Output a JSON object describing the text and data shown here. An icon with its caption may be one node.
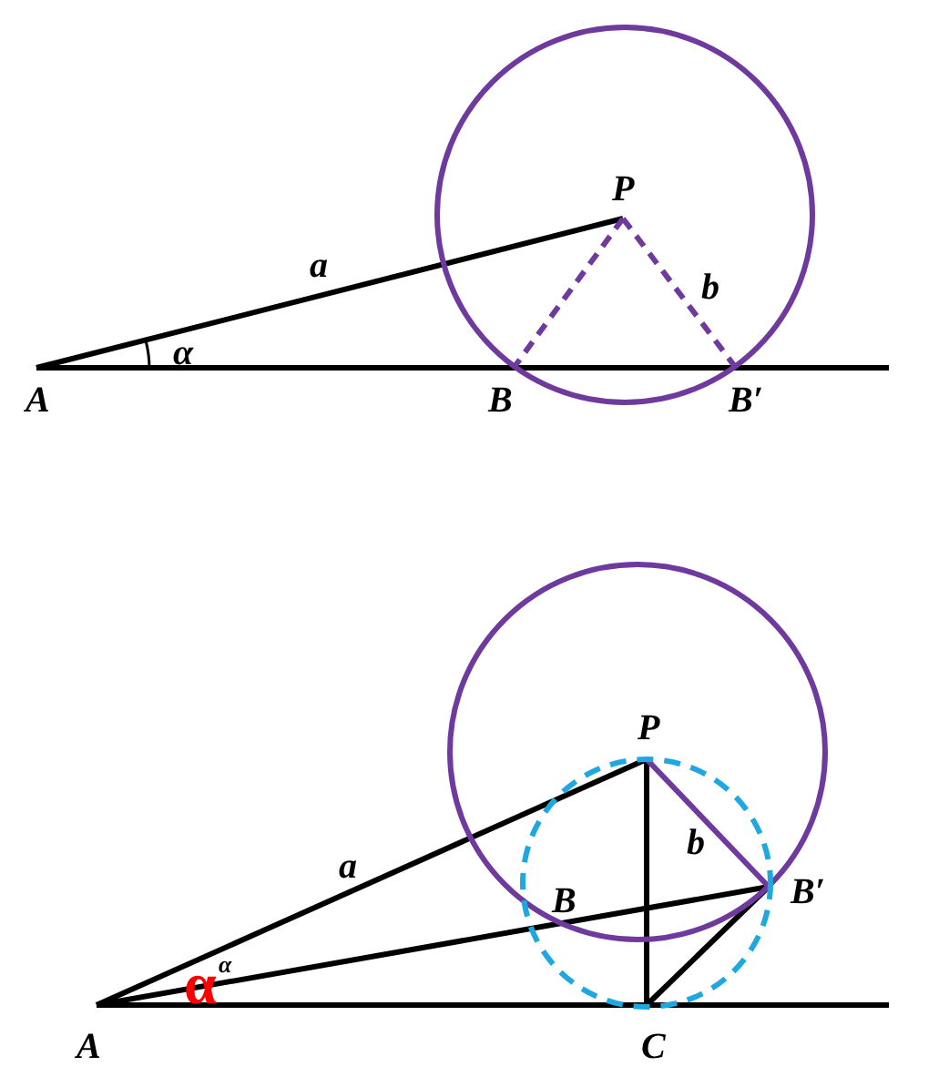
{
  "diagram": {
    "labels": [
      "P",
      "a",
      "b",
      "α",
      "A",
      "B",
      "B′",
      "P",
      "a",
      "b",
      "B",
      "B′",
      "α",
      "α",
      "A",
      "C"
    ]
  }
}
